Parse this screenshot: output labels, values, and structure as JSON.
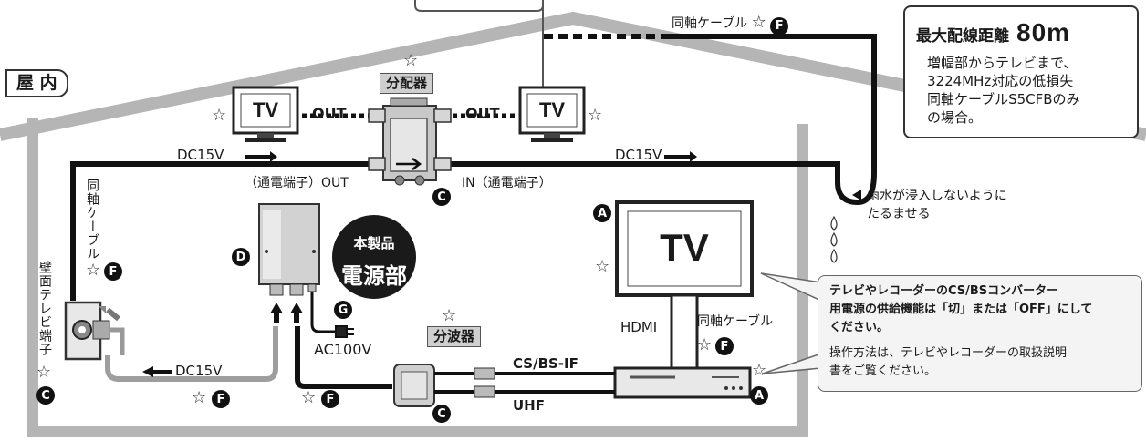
{
  "room_label": "屋 内",
  "info_box": {
    "title": "最大配線距離",
    "distance": "80m",
    "lines": [
      "増幅部からテレビまで、",
      "3224MHz対応の低損失",
      "同軸ケーブルS5CFBのみ",
      "の場合。"
    ]
  },
  "tv_text": "TV",
  "splitter_label": "分配器",
  "diplexer_label": "分波器",
  "product_badge": {
    "line1": "本製品",
    "line2": "電源部"
  },
  "labels": {
    "coax_top": "同軸ケーブル",
    "out_left": "OUT",
    "out_right": "OUT",
    "dc15v_left": "DC15V",
    "dc15v_right": "DC15V",
    "dc15v_bottom": "DC15V",
    "out_terminal": "（通電端子）OUT",
    "in_terminal": "IN（通電端子）",
    "rain_note_1": "雨水が浸入しないように",
    "rain_note_2": "たるませる",
    "coax_vertical": "同軸ケーブル",
    "wall_terminal": "壁面テレビ端子",
    "ac100v": "AC100V",
    "hdmi": "HDMI",
    "coax_recorder": "同軸ケーブル",
    "cs_bs_if": "CS/BS-IF",
    "uhf": "UHF"
  },
  "callout": {
    "line1": "テレビやレコーダーのCS/BSコンバーター",
    "line2": "用電源の供給機能は「切」または「OFF」にして",
    "line3": "ください。",
    "line4": "操作方法は、テレビやレコーダーの取扱説明",
    "line5": "書をご覧ください。"
  },
  "markers": {
    "a": "A",
    "c": "C",
    "d": "D",
    "f": "F",
    "g": "G"
  },
  "star": "☆",
  "colors": {
    "cable": "#111111",
    "house_outline": "#b5b5b5",
    "tag_bg": "#cfcfcf",
    "callout_bg": "#f4f4f4",
    "badge": "#1a1a1a"
  }
}
